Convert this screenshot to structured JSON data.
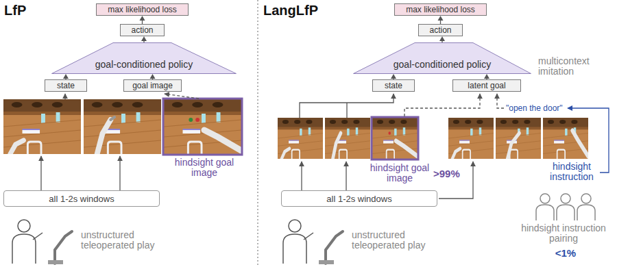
{
  "diagram": {
    "nodes": [
      {
        "text": [
          "max likelihood loss"
        ]
      },
      {
        "text": [
          "action"
        ]
      },
      {
        "text": [
          "goal-conditioned policy"
        ]
      },
      {
        "text": [
          "state"
        ]
      },
      {
        "text": [
          "goal image"
        ]
      },
      {
        "text": [
          "all 1-2s windows"
        ]
      },
      {
        "text": [
          "max likelihood loss"
        ]
      },
      {
        "text": [
          "action"
        ]
      },
      {
        "text": [
          "goal-conditioned policy"
        ]
      },
      {
        "text": [
          "state"
        ]
      },
      {
        "text": [
          "latent goal"
        ]
      },
      {
        "text": [
          "all 1-2s windows"
        ]
      }
    ],
    "edges": [
      {
        "from": 1,
        "to": 0,
        "arrow": "to"
      },
      {
        "from": 2,
        "to": 1,
        "arrow": "to"
      },
      {
        "from": 3,
        "to": 2,
        "arrow": "to"
      },
      {
        "from": 4,
        "to": 2,
        "arrow": "to"
      },
      {
        "from": 7,
        "to": 6,
        "arrow": "to"
      },
      {
        "from": 8,
        "to": 7,
        "arrow": "to"
      },
      {
        "from": 9,
        "to": 8,
        "arrow": "to"
      },
      {
        "from": 10,
        "to": 8,
        "arrow": "to"
      }
    ],
    "labels": [
      "LfP",
      "hindsight goal image",
      "unstructured teleoperated play",
      "LangLfP",
      "multicontext imitation",
      "\"open the door\"",
      "hindsight goal image",
      ">99%",
      "hindsight instruction",
      "hindsight instruction pairing",
      "<1%",
      "unstructured teleoperated play"
    ]
  }
}
